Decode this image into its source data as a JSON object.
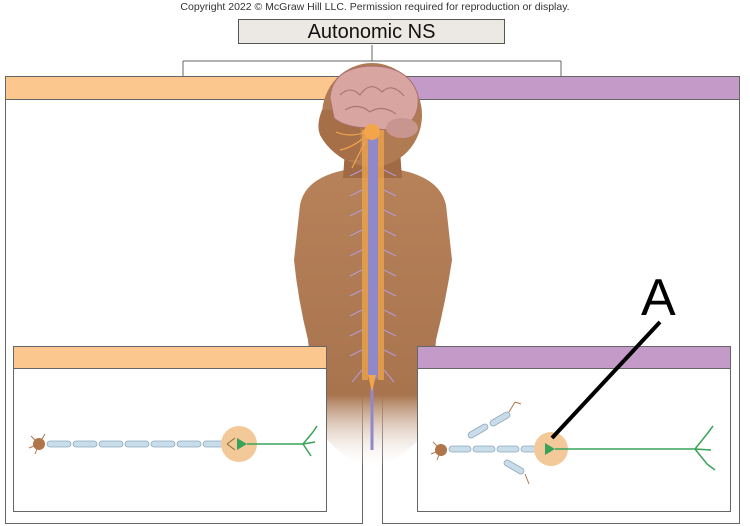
{
  "copyright": "Copyright 2022 © McGraw Hill LLC. Permission required for reproduction or display.",
  "title": "Autonomic NS",
  "callout_label": "A",
  "colors": {
    "sympathetic_band": "#fbc78e",
    "parasympathetic_band": "#c49ac8",
    "skin": "#b07a53",
    "spinal_cord": "#f2a54a",
    "neuron_green": "#3aa35a",
    "ganglion": "#f3c99a"
  }
}
